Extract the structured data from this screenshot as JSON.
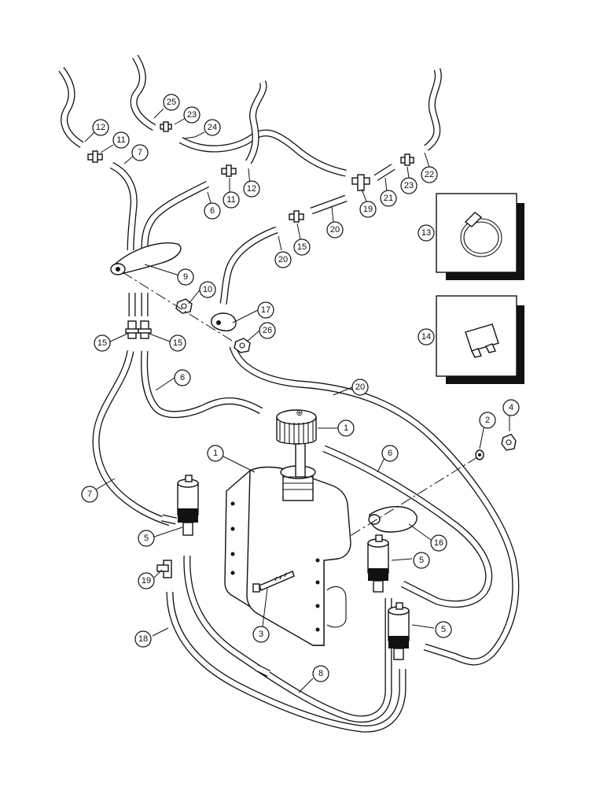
{
  "callouts": [
    {
      "label": "25"
    },
    {
      "label": "23"
    },
    {
      "label": "24"
    },
    {
      "label": "12"
    },
    {
      "label": "11"
    },
    {
      "label": "7"
    },
    {
      "label": "11"
    },
    {
      "label": "12"
    },
    {
      "label": "6"
    },
    {
      "label": "19"
    },
    {
      "label": "21"
    },
    {
      "label": "23"
    },
    {
      "label": "22"
    },
    {
      "label": "20"
    },
    {
      "label": "15"
    },
    {
      "label": "20"
    },
    {
      "label": "13"
    },
    {
      "label": "9"
    },
    {
      "label": "10"
    },
    {
      "label": "17"
    },
    {
      "label": "26"
    },
    {
      "label": "14"
    },
    {
      "label": "15"
    },
    {
      "label": "15"
    },
    {
      "label": "6"
    },
    {
      "label": "20"
    },
    {
      "label": "1"
    },
    {
      "label": "2"
    },
    {
      "label": "4"
    },
    {
      "label": "1"
    },
    {
      "label": "6"
    },
    {
      "label": "7"
    },
    {
      "label": "5"
    },
    {
      "label": "16"
    },
    {
      "label": "5"
    },
    {
      "label": "19"
    },
    {
      "label": "3"
    },
    {
      "label": "18"
    },
    {
      "label": "5"
    },
    {
      "label": "8"
    }
  ],
  "cap_marking": "⊕",
  "icons": {
    "hose_clamp": "hose-clamp-icon",
    "fuse": "blade-fuse-icon"
  }
}
